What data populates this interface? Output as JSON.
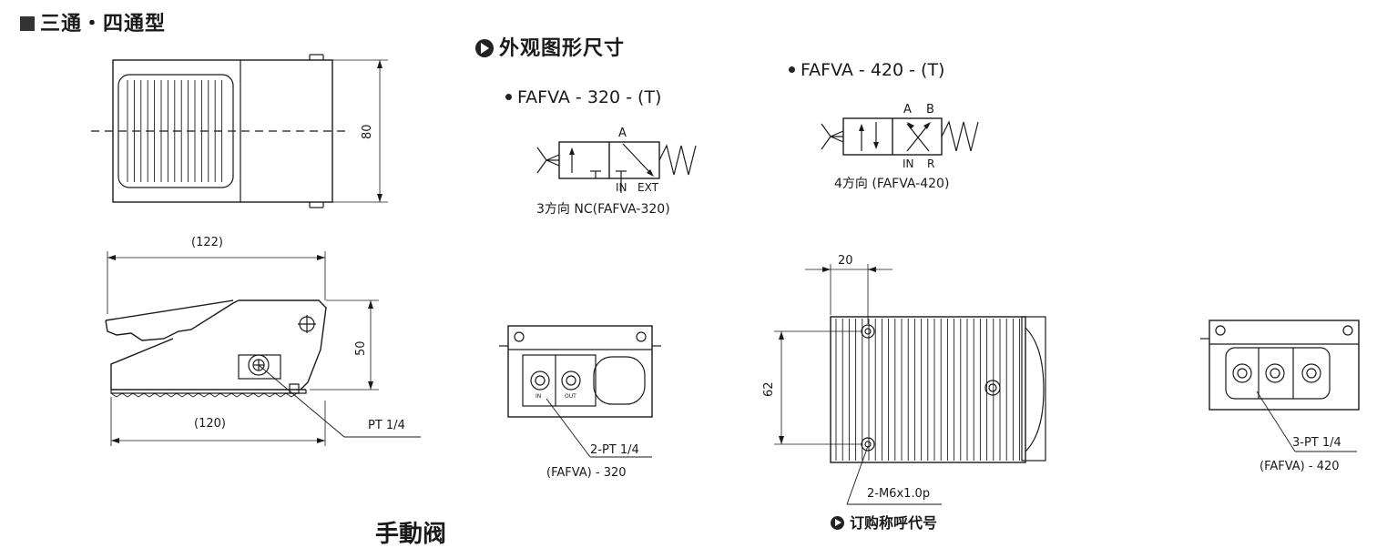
{
  "header": {
    "title": "三通・四通型"
  },
  "section": {
    "dimensions_title": "外观图形尺寸",
    "ordering_title": "订购称呼代号",
    "cut_title": "手動阀"
  },
  "models": {
    "m320": {
      "name": "FAFVA - 320 - (T)",
      "caption": "3方向 NC(FAFVA-320)",
      "port_A": "A",
      "port_IN": "IN",
      "port_EXT": "EXT",
      "ports_note": "2-PT 1/4",
      "ports_model": "(FAFVA) - 320"
    },
    "m420": {
      "name": "FAFVA - 420 - (T)",
      "caption": "4方向 (FAFVA-420)",
      "port_A": "A",
      "port_B": "B",
      "port_IN": "IN",
      "port_R": "R",
      "ports_note": "3-PT 1/4",
      "ports_model": "(FAFVA) - 420"
    }
  },
  "dimensions": {
    "height": "80",
    "length_top": "(122)",
    "height_side": "50",
    "length_bottom": "(120)",
    "port": "PT 1/4",
    "pitch": "20",
    "span": "62",
    "bolt": "2-M6x1.0p"
  },
  "port_marks": {
    "in": "IN",
    "out": "OUT"
  }
}
